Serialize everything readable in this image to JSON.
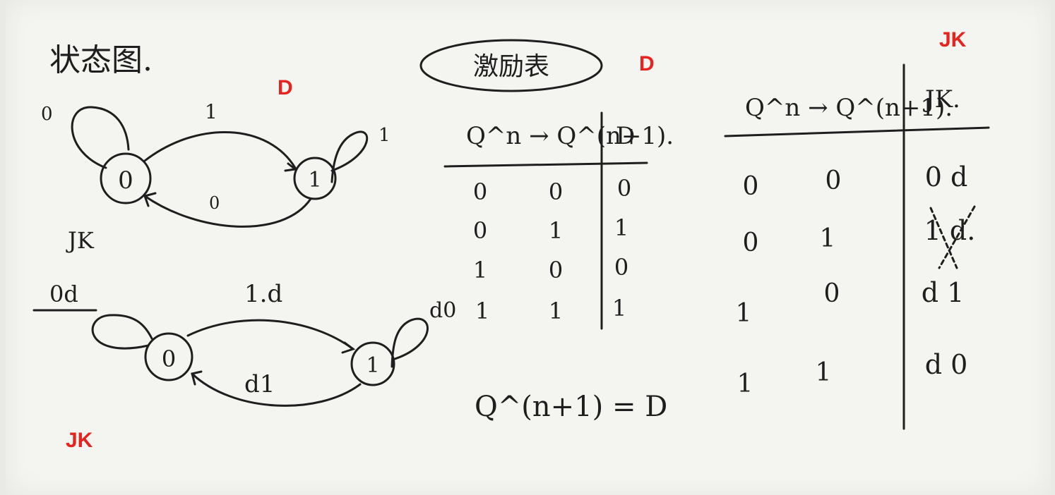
{
  "title": "状态图.",
  "overlay_labels": {
    "d_top_left": "D",
    "d_top_mid": "D",
    "jk_top_right": "JK",
    "jk_bottom_left": "JK"
  },
  "state_diagram_d": {
    "states": [
      "0",
      "1"
    ],
    "labels": {
      "self_0": "0",
      "arc_top": "1",
      "self_1": "1",
      "arc_bottom": "0"
    }
  },
  "state_diagram_jk": {
    "caption": "JK",
    "states": [
      "0",
      "1"
    ],
    "labels": {
      "self_0": "0d",
      "arc_top": "1.d",
      "self_1": "d0",
      "arc_bottom": "d1"
    }
  },
  "excitation_table": {
    "title": "激励表",
    "header_left": "Q^n → Q^(n+1).",
    "header_right": "D",
    "rows": [
      [
        "0",
        "0",
        "0"
      ],
      [
        "0",
        "1",
        "1"
      ],
      [
        "1",
        "0",
        "0"
      ],
      [
        "1",
        "1",
        "1"
      ]
    ],
    "formula": "Q^(n+1) = D"
  },
  "jk_table": {
    "header_left": "Q^n → Q^(n+1).",
    "header_right": "JK.",
    "rows": [
      [
        "0",
        "0",
        "0 d"
      ],
      [
        "0",
        "1",
        "1 d."
      ],
      [
        "1",
        "0",
        "d 1"
      ],
      [
        "1",
        "1",
        "d 0"
      ]
    ]
  },
  "colors": {
    "ink": "#1e1e1e",
    "overlay": "#e8231f",
    "board": "#f4f4f1"
  }
}
